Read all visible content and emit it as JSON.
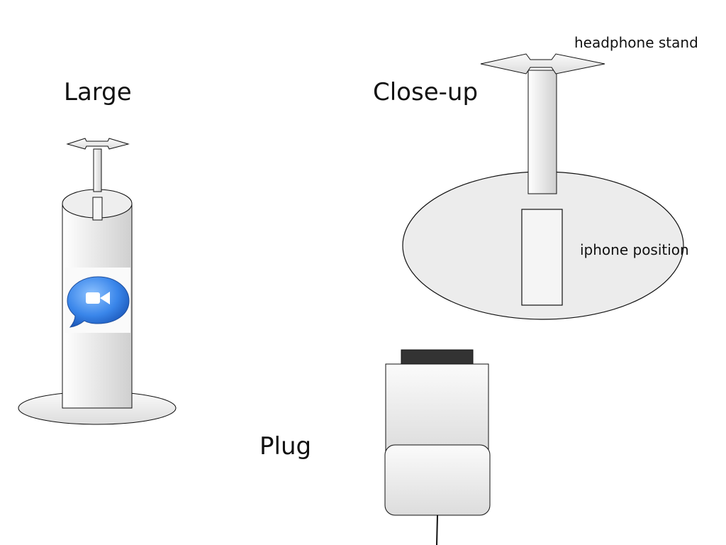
{
  "labels": {
    "large": "Large",
    "close_up": "Close-up",
    "plug": "Plug",
    "headphone_stand": "headphone stand",
    "iphone_position": "iphone position"
  },
  "icons": {
    "facetime": "video-camera-speech-bubble-icon"
  },
  "colors": {
    "stroke": "#111111",
    "fill_light": "#f4f4f4",
    "fill_mid": "#e3e3e3",
    "icon_blue": "#2f73d9",
    "plug_cap": "#333333"
  }
}
